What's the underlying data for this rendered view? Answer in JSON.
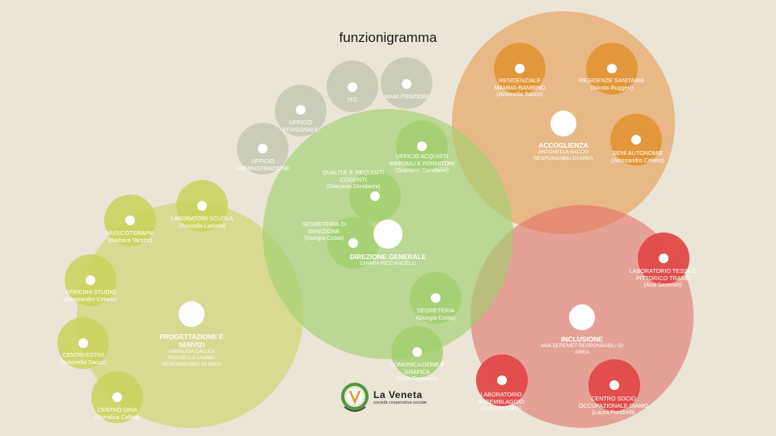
{
  "title": "funzionigramma",
  "colors": {
    "background": "#ebe5d8",
    "green": "#a3cf6e",
    "lime": "#c9d25a",
    "orange": "#e6a15a",
    "red": "#e06a62",
    "grey": "#c6c8b2"
  },
  "nodes": [
    {
      "id": "itc",
      "label": "ITC",
      "sub": "",
      "group": "grey"
    },
    {
      "id": "manutenzioni",
      "label": "MANUTENZIONI",
      "sub": "",
      "group": "grey"
    },
    {
      "id": "ufficio-personale",
      "label": "UFFICIO PERSONALE",
      "sub": "",
      "group": "grey"
    },
    {
      "id": "ufficio-amministrazione",
      "label": "UFFICIO AMMINISTRAZIONE",
      "sub": "",
      "group": "grey"
    },
    {
      "id": "direzione-generale",
      "label": "DIREZIONE GENERALE",
      "sub": "CHIARA RICCIARDELLI",
      "group": "green-hub"
    },
    {
      "id": "ufficio-acquisti",
      "label": "UFFICIO ACQUISTI IMMOBILI E FORNITORI",
      "sub": "(Giacomo Dondarini)",
      "group": "green"
    },
    {
      "id": "qualita",
      "label": "QUALITA' E REQUISITI COGENTI",
      "sub": "(Giacomo Dondarini)",
      "group": "green"
    },
    {
      "id": "segreteria-direzione",
      "label": "SEGRETERIA DI DIREZIONE",
      "sub": "(Giorgia Costa)",
      "group": "green"
    },
    {
      "id": "segreteria",
      "label": "SEGRETERIA",
      "sub": "(Giorgia Costa)",
      "group": "green"
    },
    {
      "id": "comunicazione",
      "label": "COMUNICAZIONE E GRAFICA",
      "sub": "(Sara Tagliavini)",
      "group": "green"
    },
    {
      "id": "accoglienza",
      "label": "ACCOGLIENZA",
      "sub": "ANTONELLA SACCO RESPONSABILI DI AREA",
      "group": "orange-hub"
    },
    {
      "id": "residenziale",
      "label": "RESIDENZIALE MAMMA-BAMBINO",
      "sub": "(Antonella Sacco)",
      "group": "orange"
    },
    {
      "id": "residenze-sanitarie",
      "label": "RESIDENZE SANITARIE",
      "sub": "(Nicola Ruggeri)",
      "group": "orange"
    },
    {
      "id": "semi-autonomie",
      "label": "SEMI AUTONOMIE",
      "sub": "(Alessandro Celano)",
      "group": "orange"
    },
    {
      "id": "inclusione",
      "label": "INCLUSIONE",
      "sub": "ANA SEREMET RESPONSABILI DI AREA",
      "group": "red-hub"
    },
    {
      "id": "lab-tessile",
      "label": "LABORATORIO TESSILE PITTORICO TRAME",
      "sub": "(Ana Seremet)",
      "group": "red"
    },
    {
      "id": "lab-assemblaggio",
      "label": "LABORATORIO ASSEMBLAGGIO",
      "sub": "(Fabrizio Gilioli)",
      "group": "red"
    },
    {
      "id": "centro-socio",
      "label": "CENTRO SOCIO OCCUPAZIONALE DIAMO",
      "sub": "(Laura Pondrelli)",
      "group": "red"
    },
    {
      "id": "progettazione",
      "label": "PROGETTAZIONE E SERVIZI",
      "sub": "ANNALISA CALLEA ROSSELLA LAMMA RESPONSABILI DI AREA",
      "group": "lime-hub"
    },
    {
      "id": "lab-scuola",
      "label": "LABORATORI SCUOLA",
      "sub": "(Rossella Lamma)",
      "group": "lime"
    },
    {
      "id": "musicoterapia",
      "label": "MUSICOTERAPIA",
      "sub": "(Barbara Tarozzi)",
      "group": "lime"
    },
    {
      "id": "officina-studio",
      "label": "OFFICINA STUDIO",
      "sub": "(Alessandro Celano)",
      "group": "lime"
    },
    {
      "id": "centri-estivi",
      "label": "CENTRI ESTIVI",
      "sub": "(Antonella Sacco)",
      "group": "lime"
    },
    {
      "id": "centro-dina",
      "label": "CENTRO DINA",
      "sub": "(Annalisa Callea)",
      "group": "lime"
    }
  ],
  "logo": {
    "name": "La Veneta",
    "tagline": "società cooperativa sociale"
  }
}
